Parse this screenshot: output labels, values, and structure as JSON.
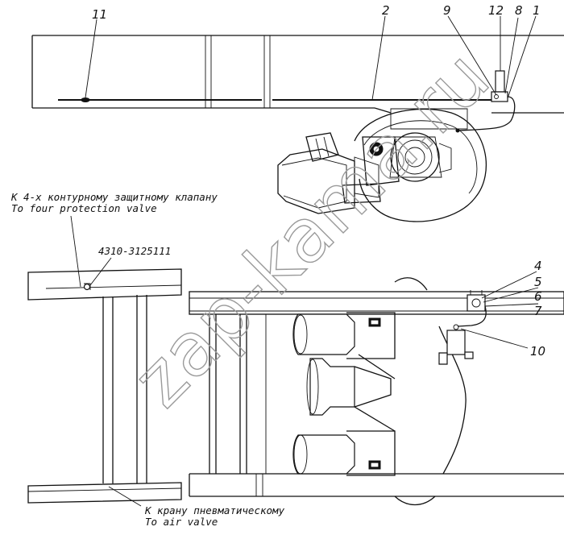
{
  "callouts": {
    "c1": "1",
    "c2": "2",
    "c4": "4",
    "c5": "5",
    "c6": "6",
    "c7": "7",
    "c8": "8",
    "c9": "9",
    "c10": "10",
    "c11": "11",
    "c12": "12"
  },
  "labels": {
    "protection_valve_ru": "К 4-х контурному защитному клапану",
    "protection_valve_en": "To four protection valve",
    "part_number": "4310-3125111",
    "air_valve_ru": "К крану пневматическому",
    "air_valve_en": "To air valve"
  },
  "watermark": "zap-kama.ru"
}
